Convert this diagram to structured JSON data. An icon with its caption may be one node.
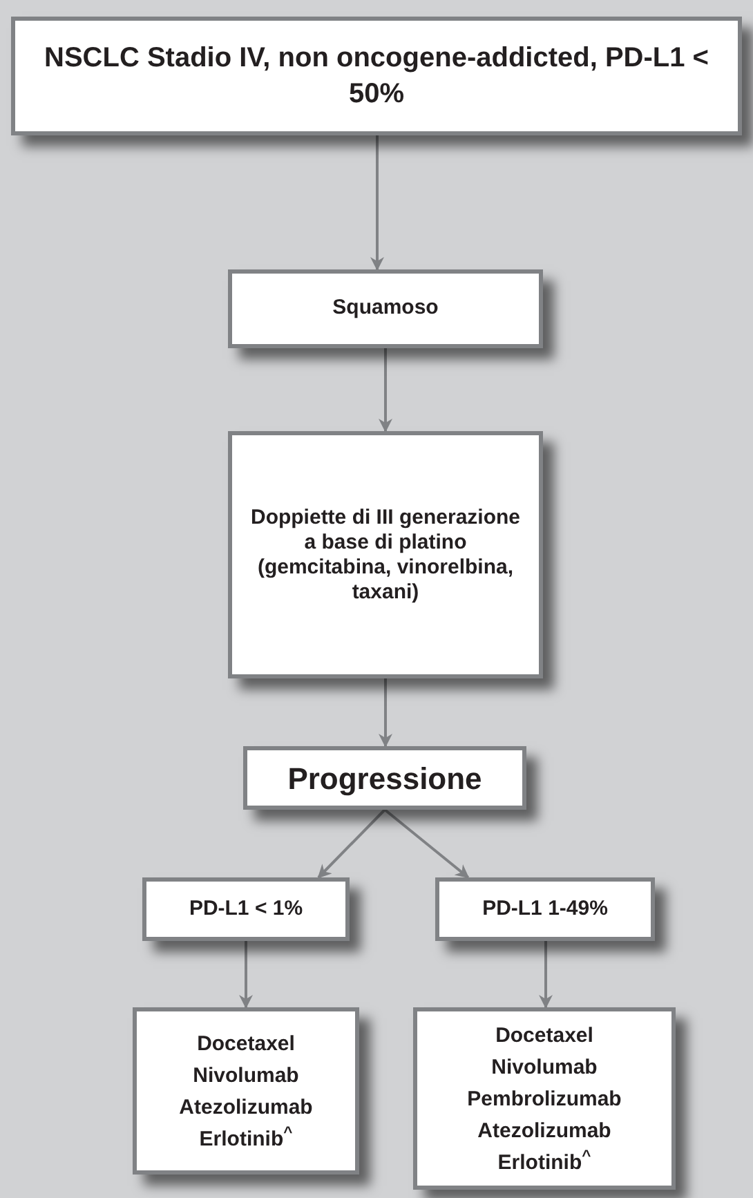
{
  "diagram": {
    "nodes": [
      {
        "text": [
          "NSCLC Stadio IV, non oncogene-addicted, PD-L1 < 50%"
        ]
      },
      {
        "text": [
          "Squamoso"
        ]
      },
      {
        "text": [
          "Doppiette di III generazione a base di platino (gemcitabina, vinorelbina, taxani)"
        ]
      },
      {
        "text": [
          "Progressione"
        ]
      },
      {
        "text": [
          "PD-L1 < 1%"
        ]
      },
      {
        "text": [
          "PD-L1 1-49%"
        ]
      },
      {
        "text": [
          "Docetaxel",
          "Nivolumab",
          "Atezolizumab",
          "Erlotinib$^{^}$"
        ]
      },
      {
        "text": [
          "Docetaxel",
          "Nivolumab",
          "Pembrolizumab",
          "Atezolizumab",
          "Erlotinib$^{^}$"
        ]
      }
    ],
    "edges": [
      {
        "from": 0,
        "to": 1,
        "arrow": "to"
      },
      {
        "from": 1,
        "to": 2,
        "arrow": "to"
      },
      {
        "from": 2,
        "to": 3,
        "arrow": "to"
      },
      {
        "from": 3,
        "to": 4,
        "arrow": "to"
      },
      {
        "from": 3,
        "to": 5,
        "arrow": "to"
      },
      {
        "from": 4,
        "to": 6,
        "arrow": "to"
      },
      {
        "from": 5,
        "to": 7,
        "arrow": "to"
      }
    ]
  }
}
